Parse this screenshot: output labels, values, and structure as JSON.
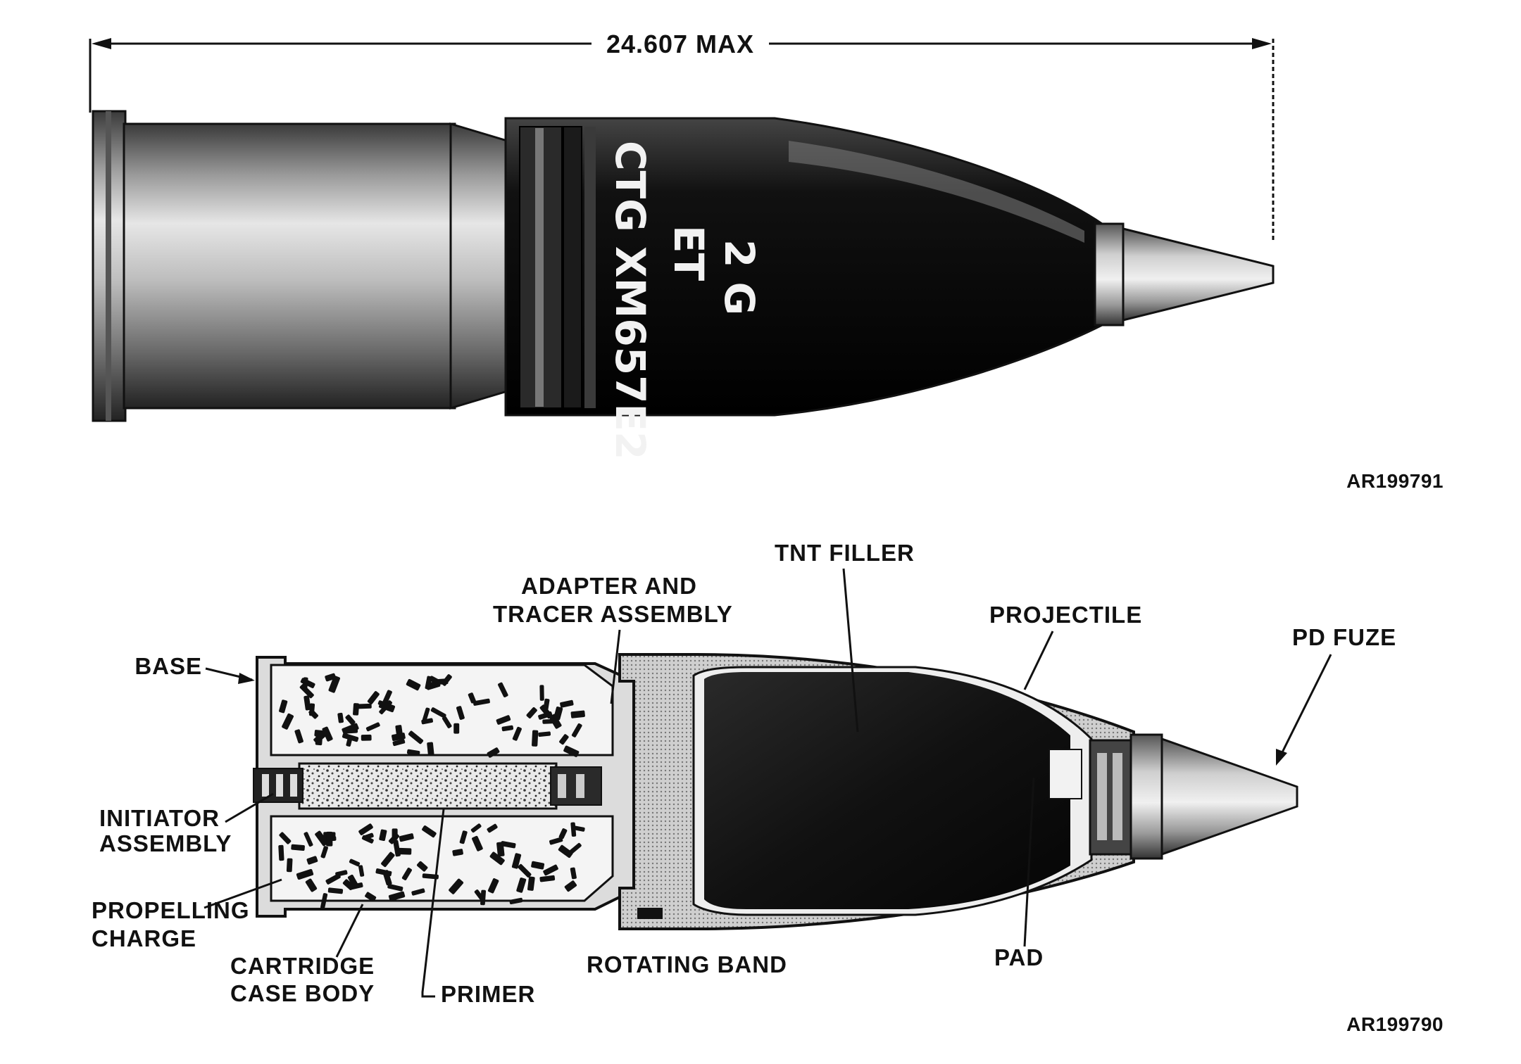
{
  "exterior_view": {
    "dimension_label": "24.607 MAX",
    "stencil_lines": [
      "CTG XM657E2",
      "ET",
      "2 G"
    ],
    "figure_id": "AR199791"
  },
  "cutaway_view": {
    "labels": {
      "base": "BASE",
      "initiator_assembly_1": "INITIATOR",
      "initiator_assembly_2": "ASSEMBLY",
      "propelling_charge_1": "PROPELLING",
      "propelling_charge_2": "CHARGE",
      "cartridge_case_body_1": "CARTRIDGE",
      "cartridge_case_body_2": "CASE BODY",
      "primer": "PRIMER",
      "adapter_1": "ADAPTER AND",
      "adapter_2": "TRACER ASSEMBLY",
      "tnt_filler": "TNT FILLER",
      "projectile": "PROJECTILE",
      "pd_fuze": "PD FUZE",
      "rotating_band": "ROTATING BAND",
      "pad": "PAD"
    },
    "figure_id": "AR199790"
  }
}
